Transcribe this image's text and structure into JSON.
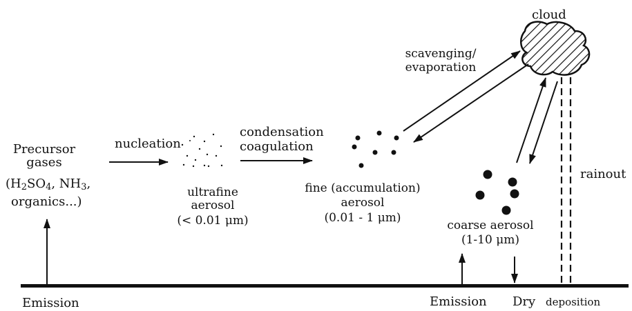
{
  "labels": {
    "cloud": "cloud",
    "scavenging": "scavenging/",
    "evaporation": "evaporation",
    "precursor_line1": "Precursor",
    "precursor_line2": "gases",
    "precursor_h2so4_a": "(H",
    "precursor_h2so4_sub1": "2",
    "precursor_h2so4_b": "SO",
    "precursor_h2so4_sub2": "4",
    "precursor_nh3_a": ", NH",
    "precursor_nh3_sub": "3",
    "precursor_nh3_b": ",",
    "precursor_line4": "organics...)",
    "nucleation": "nucleation",
    "condensation": "condensation",
    "coagulation": "coagulation",
    "rainout": "rainout",
    "ultrafine_line1": "ultrafine",
    "ultrafine_line2": "aerosol",
    "ultrafine_line3": "(< 0.01 μm)",
    "fine_line1": "fine (accumulation)",
    "fine_line2": "aerosol",
    "fine_line3": "(0.01 - 1 μm)",
    "coarse_line1": "coarse aerosol",
    "coarse_line2": "(1-10 μm)",
    "emission_left": "Emission",
    "emission_right": "Emission",
    "dry": "Dry",
    "deposition": "deposition"
  },
  "colors": {
    "ink": "#111111",
    "background": "#ffffff"
  }
}
